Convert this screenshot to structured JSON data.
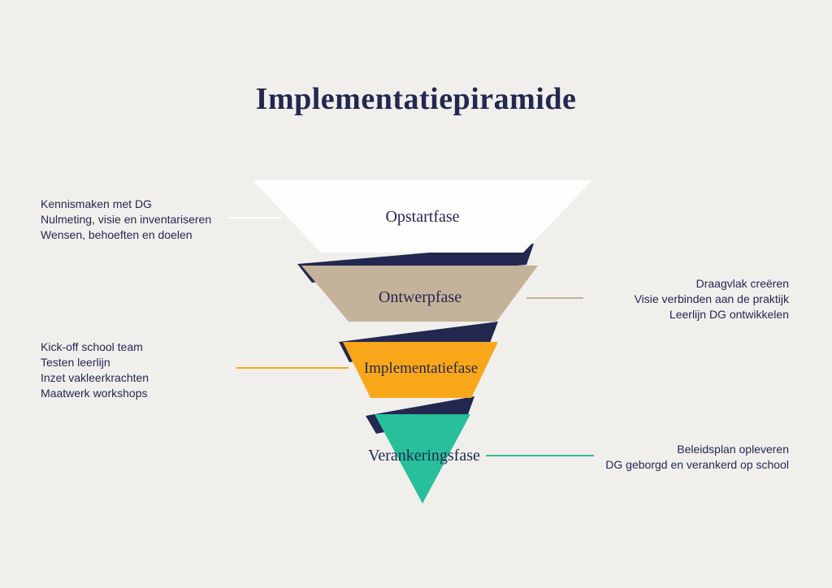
{
  "title": "Implementatiepiramide",
  "colors": {
    "background": "#f1efec",
    "navy": "#232850",
    "white": "#fdfdfc",
    "tan": "#c4b29a",
    "orange": "#f8a71b",
    "teal": "#27c09a"
  },
  "funnel": {
    "layers": [
      {
        "label": "Opstartfase",
        "side": "left",
        "notes": [
          "Kennismaken met DG",
          "Nulmeting, visie en inventariseren",
          "Wensen, behoeften en doelen"
        ]
      },
      {
        "label": "Ontwerpfase",
        "side": "right",
        "notes": [
          "Draagvlak creëren",
          "Visie verbinden aan de praktijk",
          "Leerlijn DG ontwikkelen"
        ]
      },
      {
        "label": "Implementatiefase",
        "side": "left",
        "notes": [
          "Kick-off school team",
          "Testen leerlijn",
          "Inzet vakleerkrachten",
          "Maatwerk workshops"
        ]
      },
      {
        "label": "Verankeringsfase",
        "side": "right",
        "notes": [
          "Beleidsplan opleveren",
          "DG geborgd en verankerd op school"
        ]
      }
    ]
  }
}
